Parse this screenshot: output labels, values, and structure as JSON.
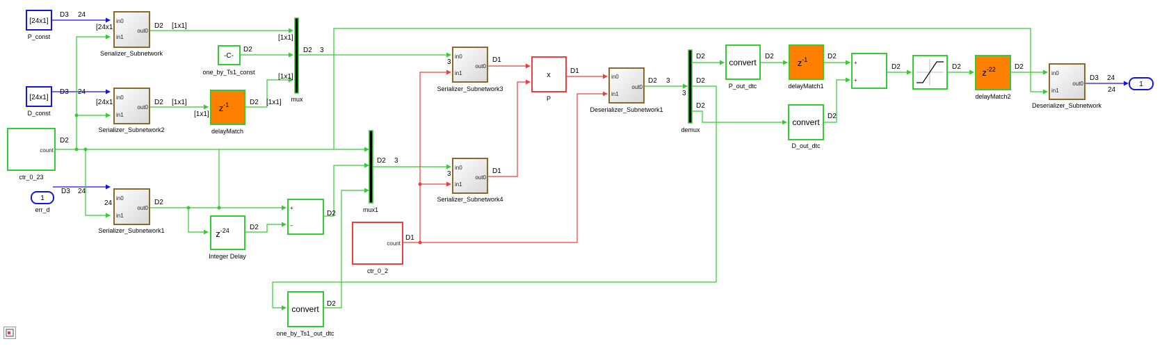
{
  "colors": {
    "green": "#33cc33",
    "red": "#e84040",
    "blue": "#1515e0",
    "brown": "#8a6a2a",
    "orange": "#ff8000",
    "black": "#000000"
  },
  "blocks": {
    "P_const": {
      "value": "[24x1]",
      "name": "P_const"
    },
    "D_const": {
      "value": "[24x1]",
      "name": "D_const"
    },
    "ctr_0_23": {
      "port": "count",
      "name": "ctr_0_23"
    },
    "err_d": {
      "value": "1",
      "name": "err_d"
    },
    "ser": {
      "name": "Serializer_Subnetwork",
      "in0": "in0",
      "in1": "in1",
      "out0": "out0"
    },
    "ser2": {
      "name": "Serializer_Subnetwork2",
      "in0": "in0",
      "in1": "in1",
      "out0": "out0"
    },
    "ser1": {
      "name": "Serializer_Subnetwork1",
      "in0": "in0",
      "in1": "in1",
      "out0": "out0"
    },
    "one_by_ts1": {
      "value": "-C-",
      "name": "one_by_Ts1_const"
    },
    "delayMatch": {
      "base": "z",
      "exp": "-1",
      "name": "delayMatch"
    },
    "integer_delay": {
      "base": "z",
      "exp": "-24",
      "name": "Integer Delay"
    },
    "sum1": {
      "plus": "+",
      "minus": "–"
    },
    "mux": {
      "name": "mux"
    },
    "mux1": {
      "name": "mux1"
    },
    "one_by_ts1_out": {
      "label": "convert",
      "name": "one_by_Ts1_out_dtc"
    },
    "ctr_0_2": {
      "port": "count",
      "name": "ctr_0_2"
    },
    "ser3": {
      "name": "Serializer_Subnetwork3",
      "in0": "in0",
      "in1": "in1",
      "out0": "out0"
    },
    "ser4": {
      "name": "Serializer_Subnetwork4",
      "in0": "in0",
      "in1": "in1",
      "out0": "out0"
    },
    "product": {
      "label": "x",
      "name": "P"
    },
    "deser1": {
      "name": "Deserializer_Subnetwork1",
      "in0": "in0",
      "in1": "in1",
      "out0": "out0"
    },
    "demux": {
      "name": "demux"
    },
    "p_out_dtc": {
      "label": "convert",
      "name": "P_out_dtc"
    },
    "d_out_dtc": {
      "label": "convert",
      "name": "D_out_dtc"
    },
    "delayMatch1": {
      "base": "z",
      "exp": "-1",
      "name": "delayMatch1"
    },
    "sum2": {
      "plus1": "+",
      "plus2": "+"
    },
    "delayMatch2": {
      "base": "z",
      "exp": "-22",
      "name": "delayMatch2"
    },
    "deser": {
      "name": "Deserializer_Subnetwork",
      "in0": "in0",
      "in1": "in1",
      "out0": "out0"
    },
    "out1": {
      "value": "1"
    }
  },
  "signals": {
    "d3": "D3",
    "d2": "D2",
    "d1": "D1",
    "w24": "24",
    "w3": "3",
    "v24x1": "[24x1]",
    "v1x1": "[1x1]"
  }
}
